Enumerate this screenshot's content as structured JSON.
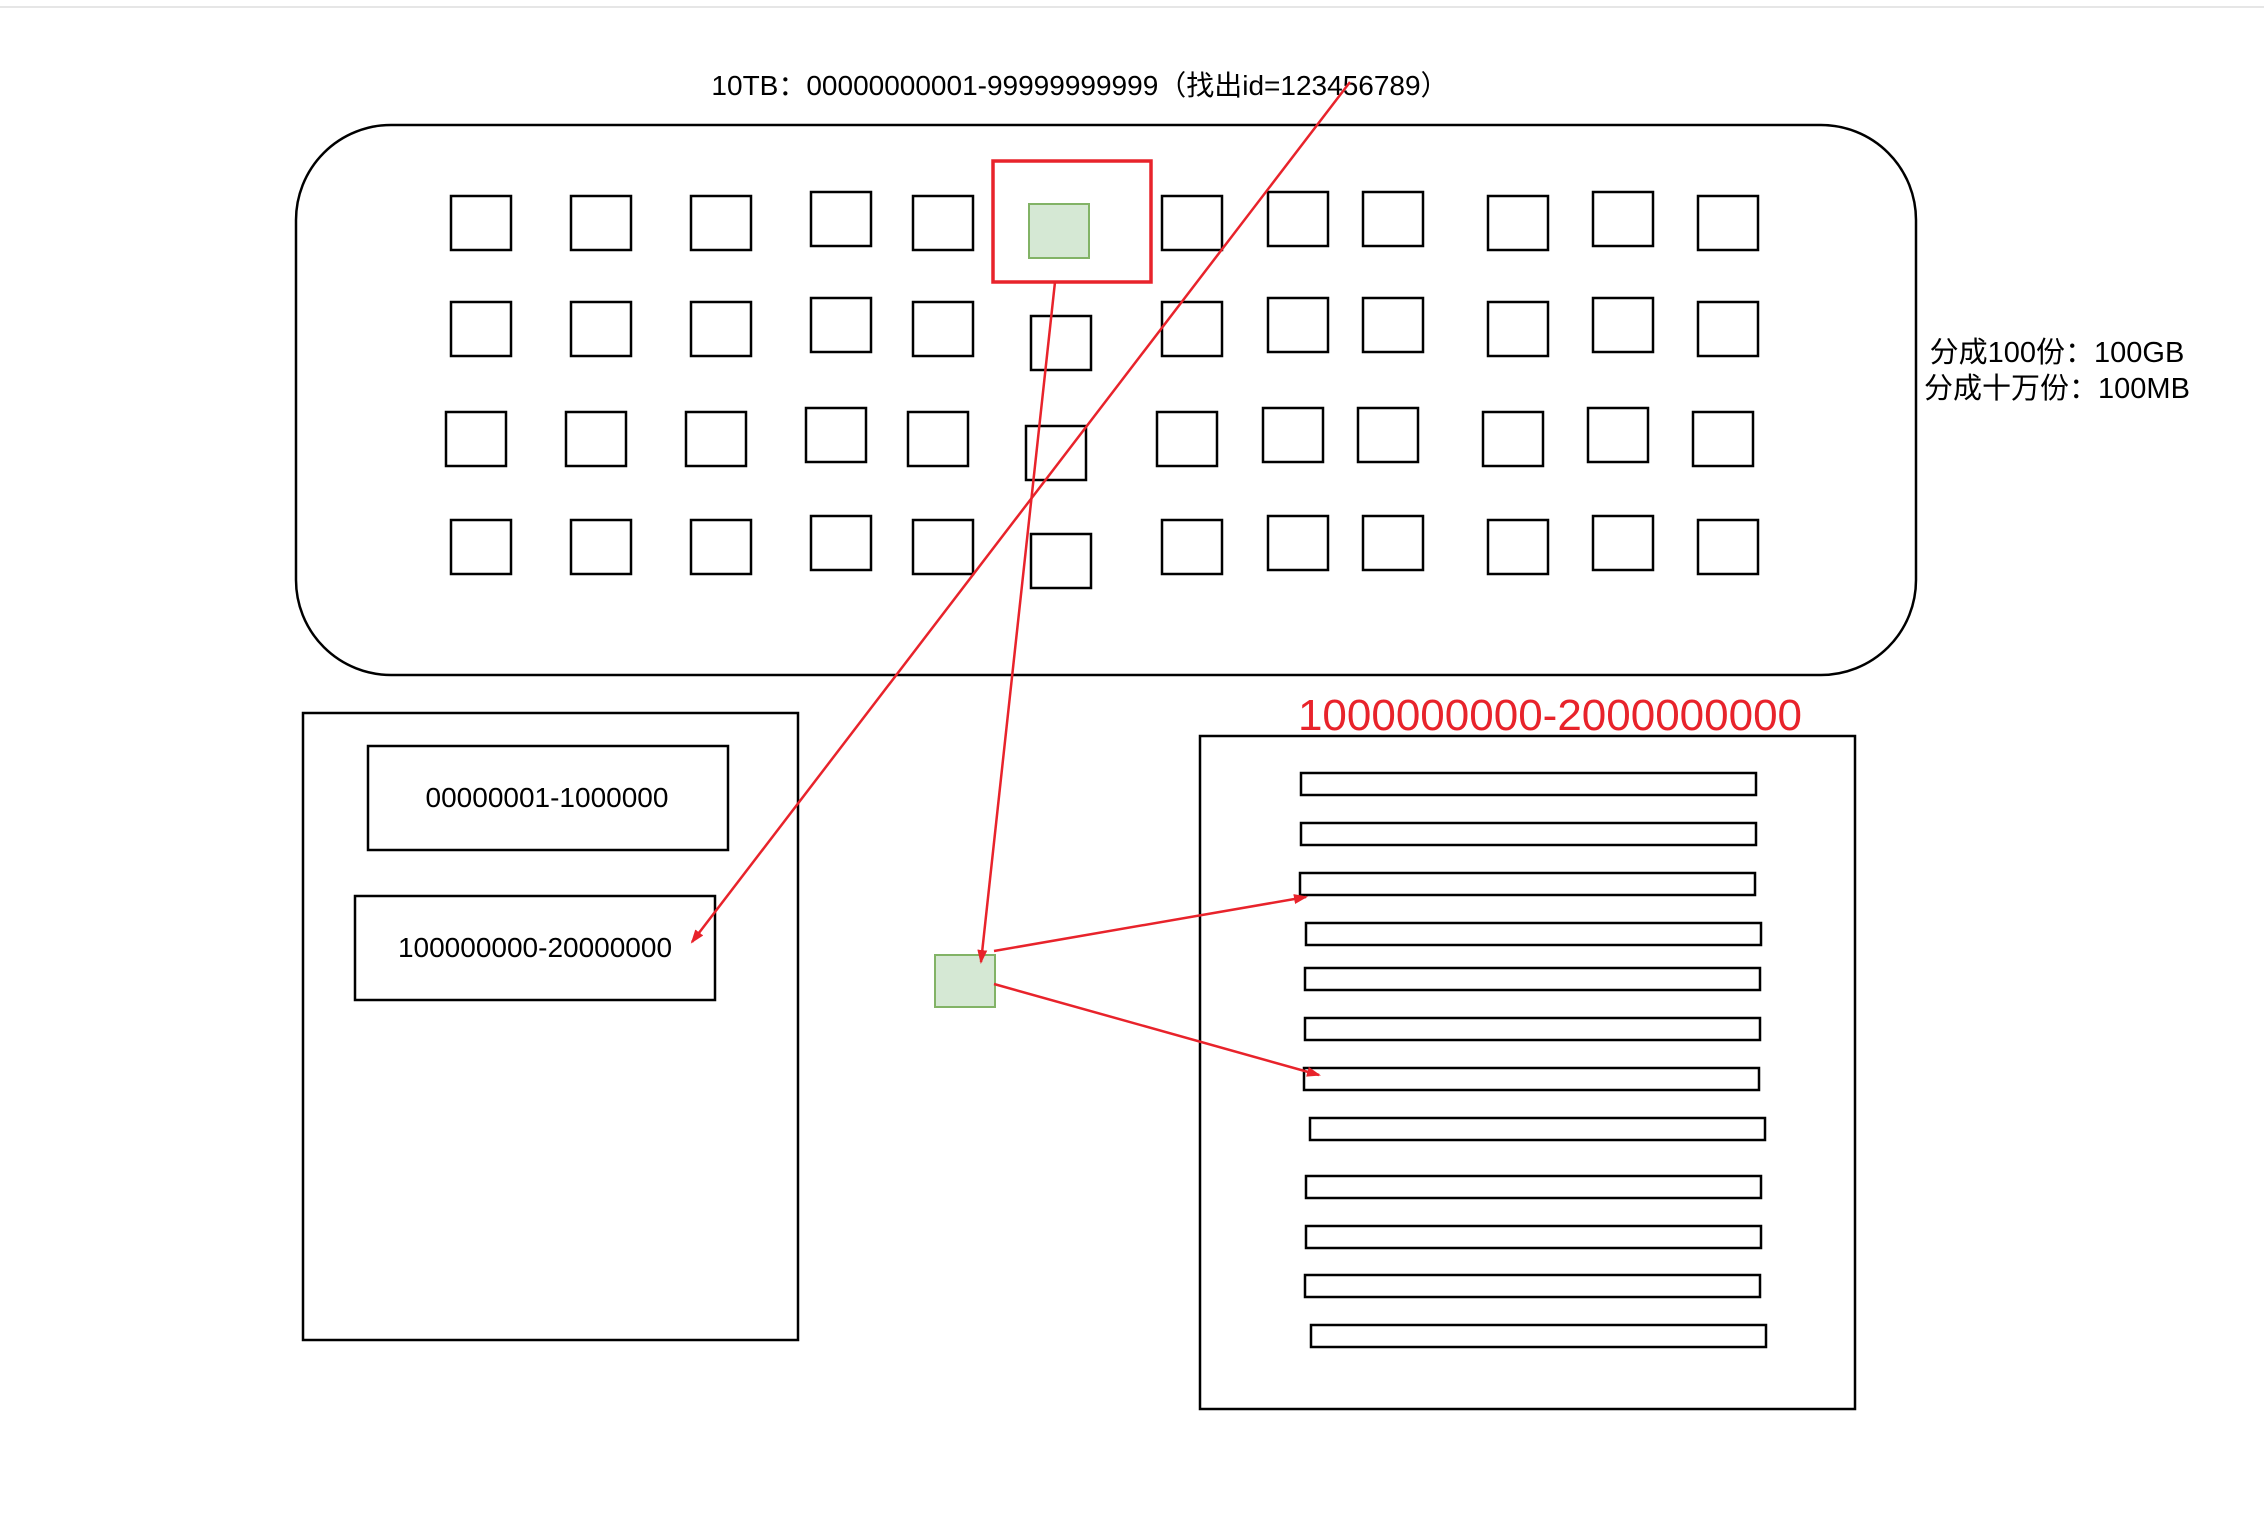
{
  "labels": {
    "title": "10TB：00000000001-99999999999（找出id=123456789）",
    "split_100": "分成100份：100GB",
    "split_100k": "分成十万份：100MB",
    "index_row_1": "00000001-1000000",
    "index_row_2": "100000000-20000000",
    "block_range": "1000000000-2000000000"
  },
  "colors": {
    "stroke": "#000000",
    "highlight_red": "#e8232b",
    "arrow_red": "#e8232b",
    "green_fill": "#d5e8d4",
    "green_stroke": "#82b366",
    "title_red": "#e8232b"
  }
}
